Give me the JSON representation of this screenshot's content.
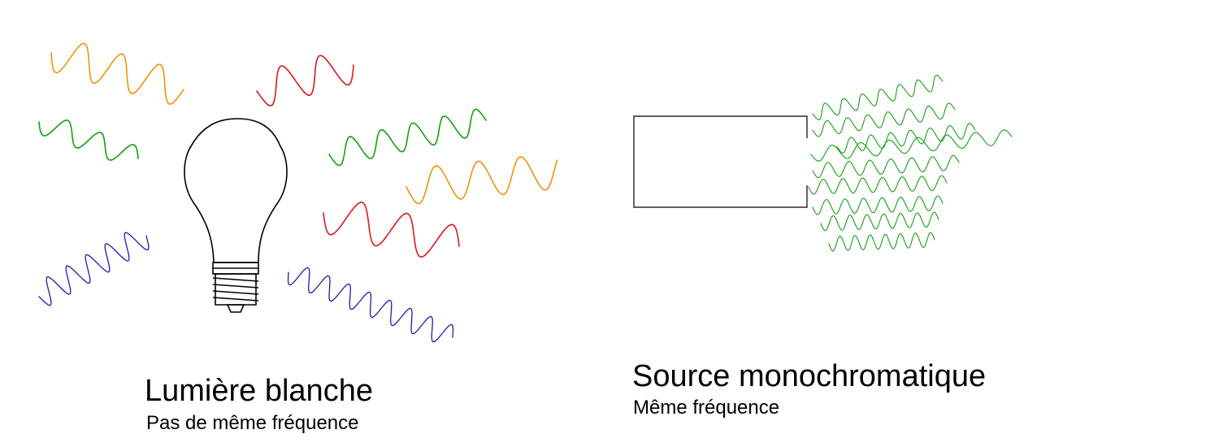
{
  "white_light": {
    "title": "Lumière blanche",
    "subtitle": "Pas de même fréquence"
  },
  "monochromatic": {
    "title": "Source monochromatique",
    "subtitle": "Même fréquence"
  },
  "colors": {
    "orange": "#f0940a",
    "green": "#13a013",
    "red": "#e01818",
    "blue": "#1c1cb4",
    "outline": "#000000"
  },
  "icons": [
    "light-bulb-icon",
    "laser-source-box"
  ]
}
